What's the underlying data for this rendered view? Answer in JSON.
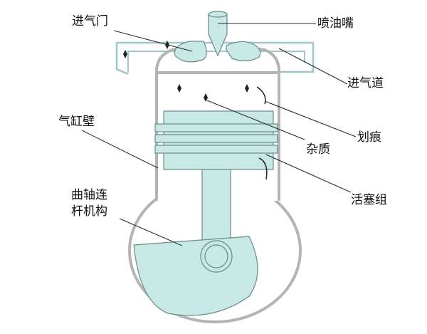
{
  "labels": {
    "intake_valve": "进气门",
    "injector": "喷油嘴",
    "intake_port": "进气道",
    "cylinder_wall": "气缸壁",
    "scratch": "划痕",
    "impurity": "杂质",
    "piston_group": "活塞组",
    "crank_mechanism": "曲轴连\n杆机构"
  },
  "colors": {
    "line": "#b4b4b4",
    "part_fill": "#c8e8e6",
    "part_stroke": "#6a8a8c",
    "port": "#9fc6c8",
    "leader": "#2a2a2a"
  }
}
